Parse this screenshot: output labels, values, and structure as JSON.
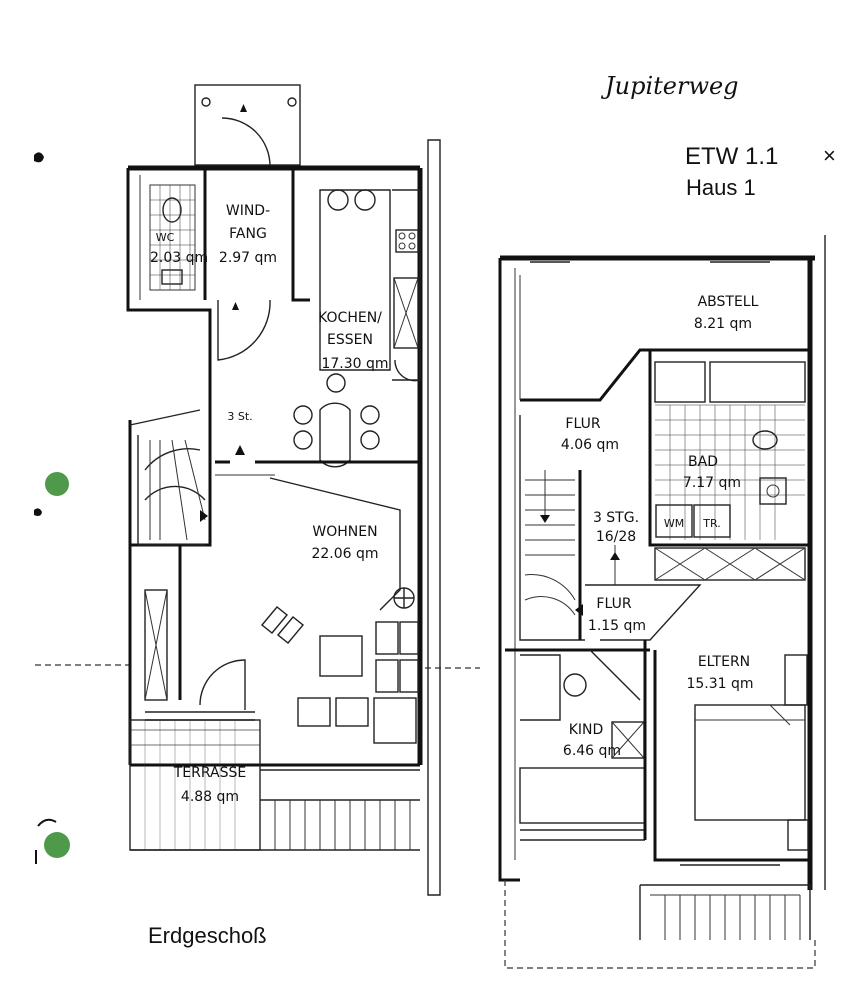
{
  "header": {
    "street_handwritten": "Jupiterweg",
    "unit": "ETW 1.1",
    "unit_mark": "×",
    "house": "Haus 1"
  },
  "ground_floor": {
    "name": "Erdgeschoß",
    "rooms": [
      {
        "id": "wc",
        "label": "WC",
        "area": "2.03 qm"
      },
      {
        "id": "windfang",
        "label_line1": "WIND-",
        "label_line2": "FANG",
        "area": "2.97 qm"
      },
      {
        "id": "kochen",
        "label_line1": "KOCHEN/",
        "label_line2": "ESSEN",
        "area": "17.30 qm"
      },
      {
        "id": "wohnen",
        "label": "WOHNEN",
        "area": "22.06 qm"
      },
      {
        "id": "terrasse",
        "label": "TERRASSE",
        "area": "4.88 qm"
      }
    ],
    "stair_note": "3 St."
  },
  "upper_floor": {
    "rooms": [
      {
        "id": "abstell",
        "label": "ABSTELL",
        "area": "8.21 qm"
      },
      {
        "id": "flur1",
        "label": "FLUR",
        "area": "4.06 qm"
      },
      {
        "id": "bad",
        "label": "BAD",
        "area": "7.17 qm"
      },
      {
        "id": "flur2",
        "label": "FLUR",
        "area": "1.15 qm"
      },
      {
        "id": "eltern",
        "label": "ELTERN",
        "area": "15.31 qm"
      },
      {
        "id": "kind",
        "label": "KIND",
        "area": "6.46 qm"
      }
    ],
    "stair_note_line1": "3 STG.",
    "stair_note_line2": "16/28",
    "wm": "WM",
    "tr": "TR."
  },
  "colors": {
    "ink": "#111111",
    "punch_hole": "#4f9a4a"
  }
}
